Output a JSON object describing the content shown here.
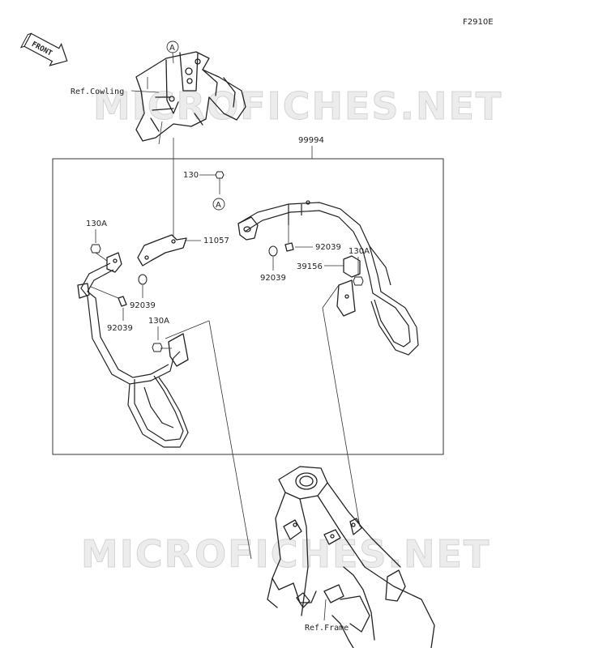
{
  "figure_code": "F2910E",
  "front_arrow": {
    "label": "FRONT"
  },
  "watermark": "MICROFICHES.NET",
  "assembly_number": "99994",
  "callout_marker": "A",
  "references": {
    "cowling": "Ref.Cowling",
    "frame": "Ref.Frame"
  },
  "parts": {
    "p130": "130",
    "p130a_left_top": "130A",
    "p130a_left_bottom": "130A",
    "p130a_right": "130A",
    "p11057": "11057",
    "p92039_left_a": "92039",
    "p92039_left_b": "92039",
    "p92039_right_a": "92039",
    "p92039_right_b": "92039",
    "p39156": "39156"
  }
}
